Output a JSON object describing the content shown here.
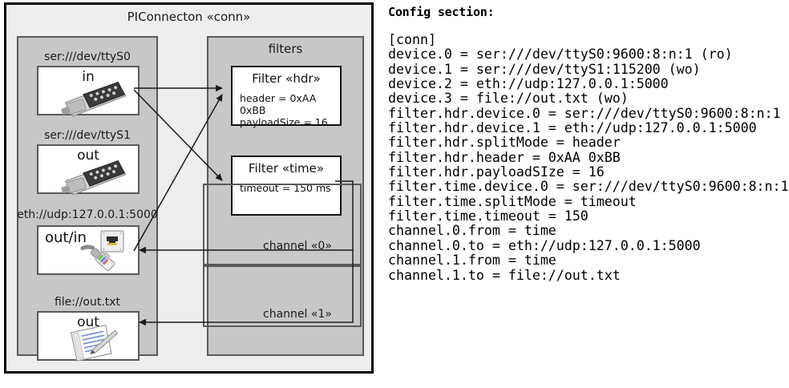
{
  "diagram": {
    "title": "PIConnecton «conn»",
    "groups": {
      "devices_title": "",
      "filters_title": "filters"
    },
    "devices": [
      {
        "label": "ser:///dev/ttyS0",
        "direction": "in",
        "icon": "serial-port-icon"
      },
      {
        "label": "ser:///dev/ttyS1",
        "direction": "out",
        "icon": "serial-port-icon"
      },
      {
        "label": "eth://udp:127.0.0.1:5000",
        "direction": "out/in",
        "icon": "ethernet-jack-icon"
      },
      {
        "label": "file://out.txt",
        "direction": "out",
        "icon": "text-file-icon"
      }
    ],
    "filters": [
      {
        "title": "Filter «hdr»",
        "lines": [
          "header = 0xAA 0xBB",
          "payloadSize = 16"
        ]
      },
      {
        "title": "Filter «time»",
        "lines": [
          "timeout = 150 ms"
        ]
      }
    ],
    "channels": [
      {
        "label": "channel «0»"
      },
      {
        "label": "channel «1»"
      }
    ],
    "colors": {
      "outer_border": "#000000",
      "outer_fill": "#eeeeee",
      "group_fill": "#c8c8c8",
      "group_border": "#5a5a5a",
      "box_fill": "#ffffff",
      "arrow": "#1a1a1a"
    }
  },
  "config": {
    "heading": "Config section:",
    "lines": [
      "[conn]",
      "device.0 = ser:///dev/ttyS0:9600:8:n:1 (ro)",
      "device.1 = ser:///dev/ttyS1:115200 (wo)",
      "device.2 = eth://udp:127.0.0.1:5000",
      "device.3 = file://out.txt (wo)",
      "filter.hdr.device.0 = ser:///dev/ttyS0:9600:8:n:1",
      "filter.hdr.device.1 = eth://udp:127.0.0.1:5000",
      "filter.hdr.splitMode = header",
      "filter.hdr.header = 0xAA 0xBB",
      "filter.hdr.payloadSIze = 16",
      "filter.time.device.0 = ser:///dev/ttyS0:9600:8:n:1",
      "filter.time.splitMode = timeout",
      "filter.time.timeout = 150",
      "channel.0.from = time",
      "channel.0.to = eth://udp:127.0.0.1:5000",
      "channel.1.from = time",
      "channel.1.to = file://out.txt"
    ]
  }
}
